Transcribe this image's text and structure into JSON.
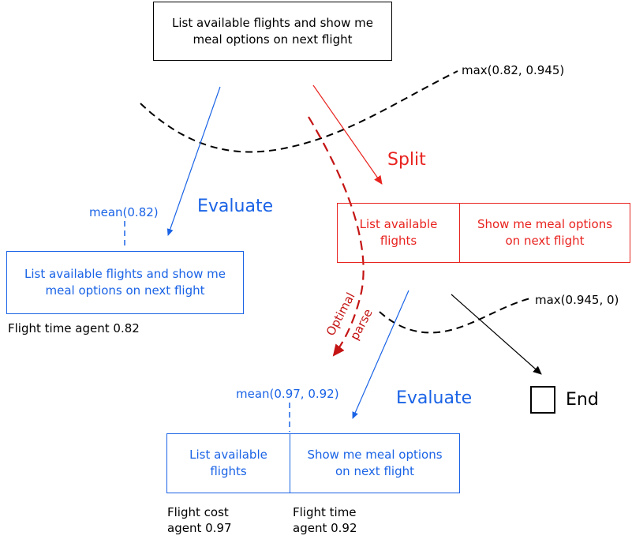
{
  "colors": {
    "black": "#000000",
    "red": "#e8231f",
    "dark_red": "#c41414",
    "blue": "#1a63e6"
  },
  "top_box": {
    "text": "List available flights and show me meal options on next flight"
  },
  "top_score": "max(0.82, 0.945)",
  "split_label": "Split",
  "split_box": {
    "left": "List available flights",
    "right": "Show me meal options on next flight"
  },
  "split_score": "max(0.945, 0)",
  "evaluate_left": {
    "label": "Evaluate",
    "mean": "mean(0.82)",
    "box": "List available flights and show me meal options on next flight",
    "agent": "Flight time agent 0.82"
  },
  "optimal_parse": {
    "line1": "Optimal",
    "line2": "parse"
  },
  "evaluate_bottom": {
    "label": "Evaluate",
    "mean": "mean(0.97, 0.92)",
    "left": "List available flights",
    "right": "Show me meal options on next flight",
    "agent_left": "Flight cost agent 0.97",
    "agent_right": "Flight time agent 0.92"
  },
  "end_label": "End"
}
